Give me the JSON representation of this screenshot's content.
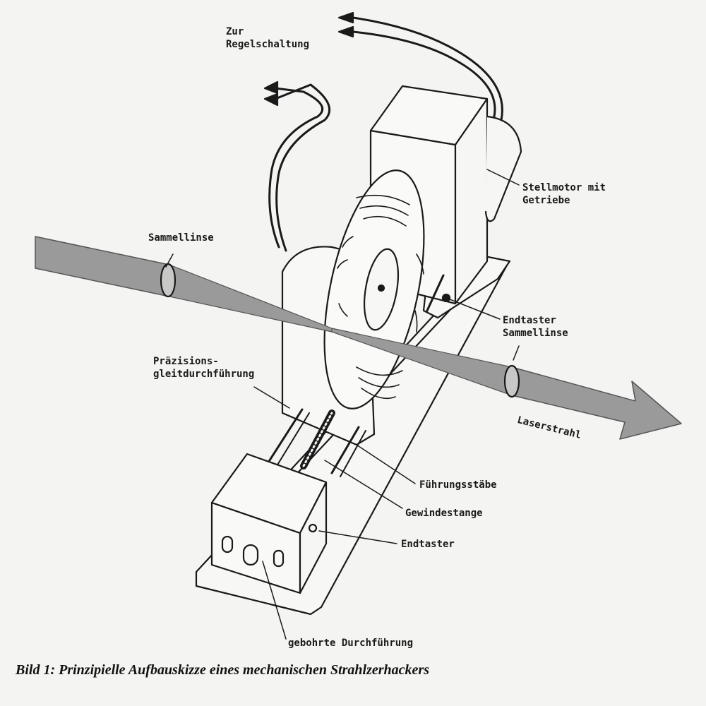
{
  "labels": {
    "regelschaltung": [
      "Zur",
      "Regelschaltung"
    ],
    "stellmotor": [
      "Stellmotor mit",
      "Getriebe"
    ],
    "sammellinse_left": "Sammellinse",
    "endtaster_sammellinse": [
      "Endtaster",
      "Sammellinse"
    ],
    "praezision": [
      "Präzisions-",
      "gleitdurchführung"
    ],
    "laserstrahl": "Laserstrahl",
    "fuehrungsstaebe": "Führungsstäbe",
    "gewindestange": "Gewindestange",
    "endtaster": "Endtaster",
    "gebohrte": "gebohrte Durchführung"
  },
  "caption": "Bild 1: Prinzipielle Aufbauskizze eines mechanischen Strahlzerhackers",
  "colors": {
    "ink": "#1a1a1a",
    "beam": "#9a9a9a",
    "paper": "#f4f4f2"
  }
}
